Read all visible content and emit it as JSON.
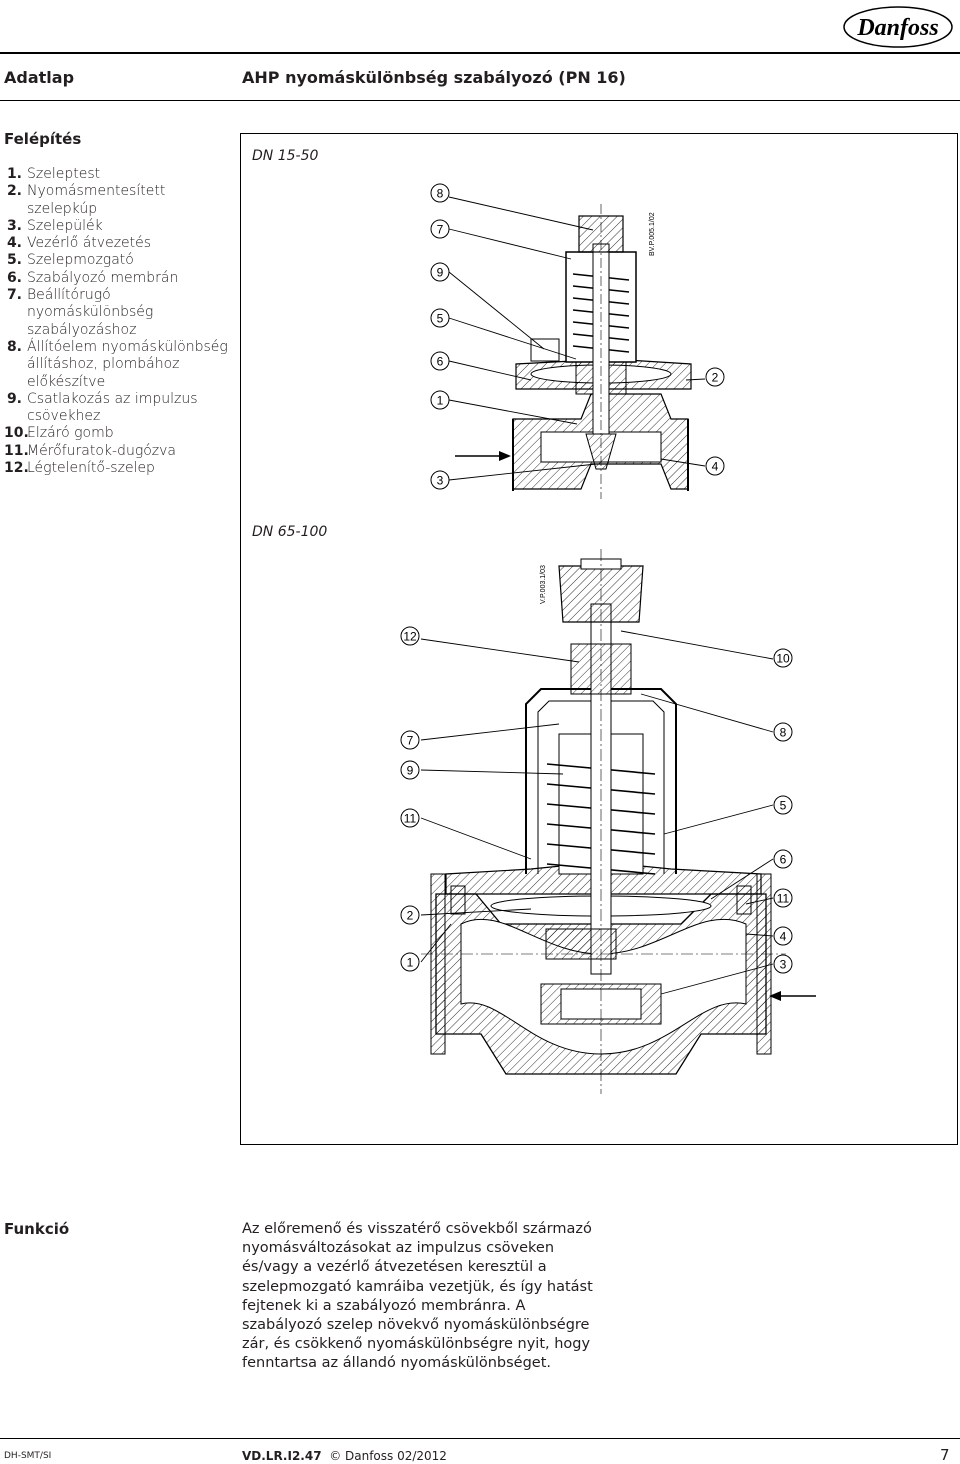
{
  "brand": {
    "name": "Danfoss",
    "color": "#e2000f"
  },
  "header": {
    "doc_type": "Adatlap",
    "title": "AHP nyomáskülönbség szabályozó (PN 16)"
  },
  "construction": {
    "title": "Felépítés",
    "items": [
      {
        "num": "1.",
        "text": "Szeleptest"
      },
      {
        "num": "2.",
        "text": "Nyomásmentesített szelepkúp"
      },
      {
        "num": "3.",
        "text": "Szelepülék"
      },
      {
        "num": "4.",
        "text": "Vezérlő átvezetés"
      },
      {
        "num": "5.",
        "text": "Szelepmozgató"
      },
      {
        "num": "6.",
        "text": "Szabályozó membrán"
      },
      {
        "num": "7.",
        "text": "Beállítórugó nyomáskülönbség szabályozáshoz"
      },
      {
        "num": "8.",
        "text": "Állítóelem nyomáskülönbség állításhoz, plombához előkészítve"
      },
      {
        "num": "9.",
        "text": "Csatlakozás az impulzus csövekhez"
      },
      {
        "num": "10.",
        "text": "Elzáró gomb"
      },
      {
        "num": "11.",
        "text": "Mérőfuratok-dugózva"
      },
      {
        "num": "12.",
        "text": "Légtelenítő-szelep"
      }
    ]
  },
  "figure": {
    "top": {
      "label": "DN 15-50",
      "drawing_code": "BV.P.005.1/02",
      "callouts": [
        "8",
        "7",
        "9",
        "5",
        "6",
        "1",
        "3",
        "2",
        "4"
      ]
    },
    "bottom": {
      "label": "DN 65-100",
      "drawing_code": "V.P.003.1/03",
      "callouts": [
        "12",
        "7",
        "9",
        "11",
        "2",
        "1",
        "10",
        "8",
        "5",
        "6",
        "11",
        "4",
        "3"
      ]
    }
  },
  "function": {
    "title": "Funkció",
    "text": "Az előremenő és visszatérő csövekből származó nyomásváltozásokat az impulzus csöveken és/vagy a vezérlő átvezetésen keresztül a szelepmozgató kamráiba vezetjük, és így hatást fejtenek ki a szabályozó membránra. A szabályozó szelep növekvő nyomáskülönbségre zár, és csökkenő nyomáskülönbségre nyit, hogy fenntartsa az állandó nyomáskülönbséget."
  },
  "footer": {
    "code": "DH-SMT/SI",
    "ref": "VD.LR.I2.47",
    "copyright": "© Danfoss 02/2012",
    "page": "7"
  }
}
